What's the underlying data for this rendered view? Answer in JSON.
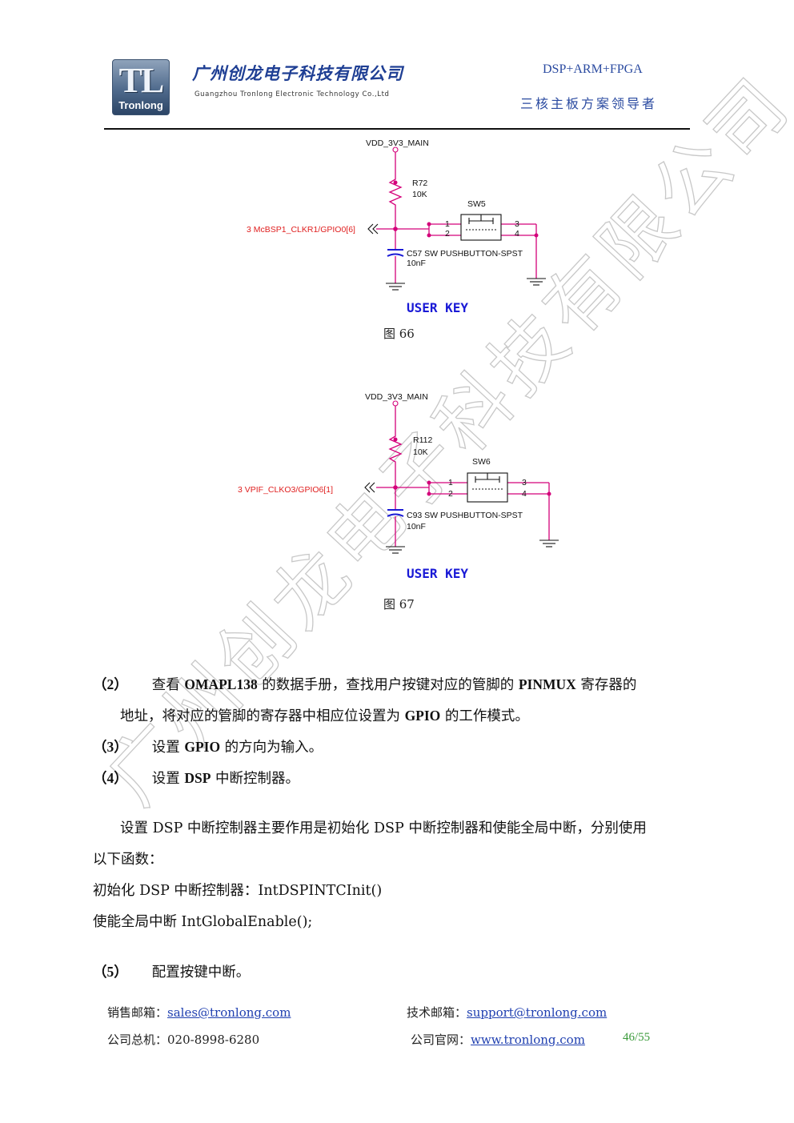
{
  "header": {
    "logo_text": "TL",
    "logo_subtext": "Tronlong",
    "company_name_cn": "广州创龙电子科技有限公司",
    "company_name_en": "Guangzhou Tronlong Electronic Technology Co.,Ltd",
    "tagline_1": "DSP+ARM+FPGA",
    "tagline_2": "三核主板方案领导者"
  },
  "figures": [
    {
      "caption": "图 66",
      "power_net": "VDD_3V3_MAIN",
      "resistor_ref": "R72",
      "resistor_value": "10K",
      "switch_ref": "SW5",
      "signal": "3  McBSP1_CLKR1/GPIO0[6]",
      "capacitor_label": "C57  SW PUSHBUTTON-SPST",
      "capacitor_value": "10nF",
      "pin1": "1",
      "pin2": "2",
      "pin3": "3",
      "pin4": "4",
      "title": "USER KEY"
    },
    {
      "caption": "图 67",
      "power_net": "VDD_3V3_MAIN",
      "resistor_ref": "R112",
      "resistor_value": "10K",
      "switch_ref": "SW6",
      "signal": "3  VPIF_CLKO3/GPIO6[1]",
      "capacitor_label": "C93  SW PUSHBUTTON-SPST",
      "capacitor_value": "10nF",
      "pin1": "1",
      "pin2": "2",
      "pin3": "3",
      "pin4": "4",
      "title": "USER KEY"
    }
  ],
  "steps": {
    "s2_num": "（2）",
    "s2_a": "查看 ",
    "s2_b": "OMAPL138",
    "s2_c": " 的数据手册，查找用户按键对应的管脚的 ",
    "s2_d": "PINMUX",
    "s2_e": " 寄存器的",
    "s2_line2_a": "地址，将对应的管脚的寄存器中相应位设置为 ",
    "s2_line2_b": "GPIO",
    "s2_line2_c": " 的工作模式。",
    "s3_num": "（3）",
    "s3_a": "设置 ",
    "s3_b": "GPIO",
    "s3_c": " 的方向为输入。",
    "s4_num": "（4）",
    "s4_a": "设置 ",
    "s4_b": "DSP",
    "s4_c": " 中断控制器。",
    "s5_num": "（5）",
    "s5_a": "配置按键中断。"
  },
  "body": {
    "para1_line1": "设置 DSP 中断控制器主要作用是初始化 DSP 中断控制器和使能全局中断，分别使用",
    "para1_line2": "以下函数：",
    "line_init": "初始化 DSP 中断控制器：IntDSPINTCInit()",
    "line_enable": "使能全局中断 IntGlobalEnable();"
  },
  "footer": {
    "sales_label": "销售邮箱：",
    "sales_email": "sales@tronlong.com",
    "support_label": "技术邮箱：",
    "support_email": "support@tronlong.com",
    "phone_label": "公司总机：",
    "phone": "020-8998-6280",
    "website_label": "公司官网：",
    "website": "www.tronlong.com",
    "page": "46/55"
  },
  "watermark_text": "广州创龙电子科技有限公司",
  "colors": {
    "brand_blue": "#1f3f94",
    "signal_red": "#e02020",
    "key_blue": "#1a1ad6",
    "wire_magenta": "#d4007a",
    "page_green": "#3a9a3a"
  }
}
